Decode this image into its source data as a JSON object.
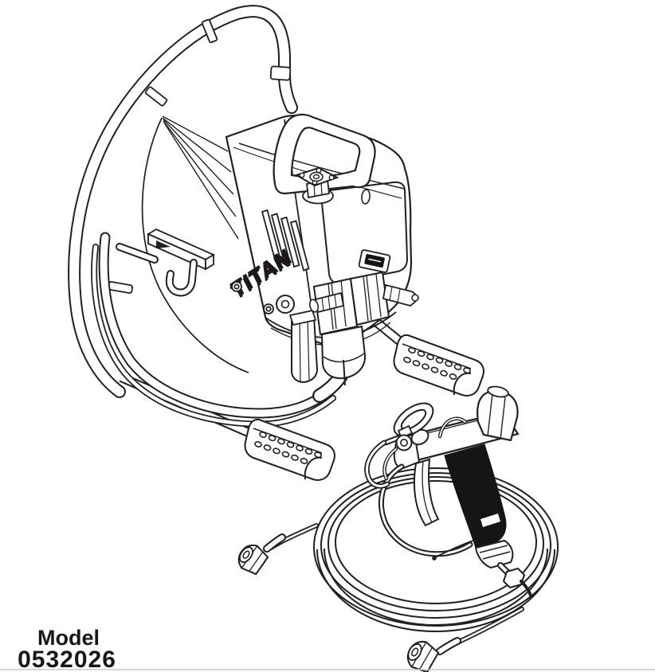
{
  "figure": {
    "kind": "technical-line-illustration",
    "brand_text": "TITAN",
    "model_label": "Model",
    "model_number": "0532026"
  },
  "colors": {
    "background": "#ffffff",
    "line": "#231f20",
    "grip_fill": "#151515",
    "text": "#1a1618",
    "page_edge": "#c9c9c9"
  }
}
